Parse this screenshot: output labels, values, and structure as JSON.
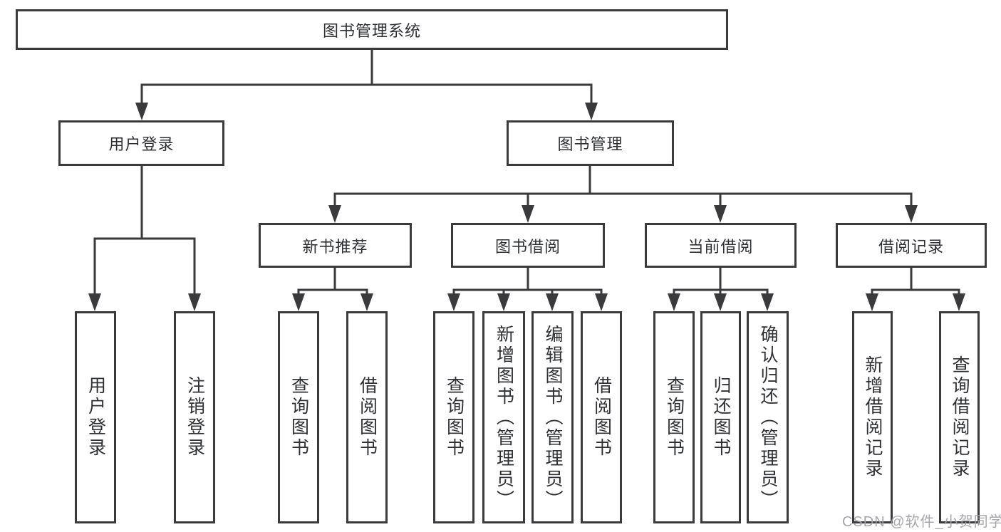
{
  "diagram": {
    "root": {
      "label": "图书管理系统"
    },
    "branches": [
      {
        "label": "用户登录",
        "children": [
          {
            "label": "用户登录"
          },
          {
            "label": "注销登录"
          }
        ]
      },
      {
        "label": "图书管理",
        "sections": [
          {
            "label": "新书推荐",
            "children": [
              {
                "label": "查询图书"
              },
              {
                "label": "借阅图书"
              }
            ]
          },
          {
            "label": "图书借阅",
            "children": [
              {
                "label": "查询图书"
              },
              {
                "label": "新增图书（管理员）"
              },
              {
                "label": "编辑图书（管理员）"
              },
              {
                "label": "借阅图书"
              }
            ]
          },
          {
            "label": "当前借阅",
            "children": [
              {
                "label": "查询图书"
              },
              {
                "label": "归还图书"
              },
              {
                "label": "确认归还（管理员）"
              }
            ]
          },
          {
            "label": "借阅记录",
            "children": [
              {
                "label": "新增借阅记录"
              },
              {
                "label": "查询借阅记录"
              }
            ]
          }
        ]
      }
    ]
  },
  "watermark": {
    "text": "CSDN @软件_小贺同学"
  }
}
